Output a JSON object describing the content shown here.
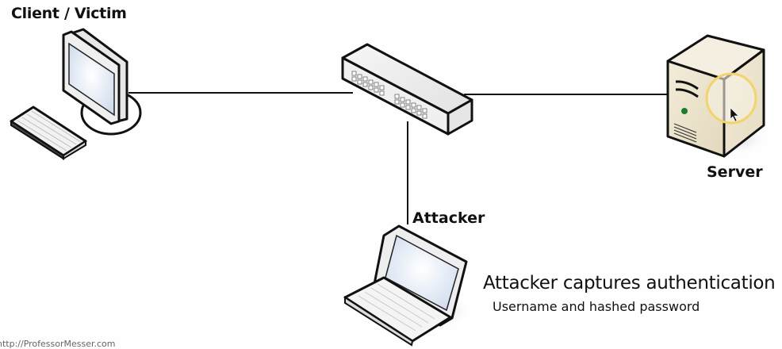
{
  "diagram": {
    "title": "Network capture of authentication",
    "nodes": {
      "client": {
        "label": "Client / Victim",
        "icon": "desktop-computer-icon"
      },
      "switch": {
        "label": "",
        "icon": "network-switch-icon"
      },
      "server": {
        "label": "Server",
        "icon": "tower-server-icon"
      },
      "attacker": {
        "label": "Attacker",
        "icon": "laptop-icon"
      }
    },
    "edges": [
      {
        "from": "client",
        "to": "switch"
      },
      {
        "from": "switch",
        "to": "server"
      },
      {
        "from": "switch",
        "to": "attacker"
      }
    ],
    "caption": {
      "title": "Attacker captures authentication",
      "subtitle": "Username and hashed password"
    },
    "footer": "http://ProfessorMesser.com",
    "colors": {
      "line": "#111111",
      "server_body": "#ece4cf",
      "server_led": "#1f7a2e",
      "highlight_ring": "#f3d36a",
      "screen": "#dfe8f5"
    }
  }
}
